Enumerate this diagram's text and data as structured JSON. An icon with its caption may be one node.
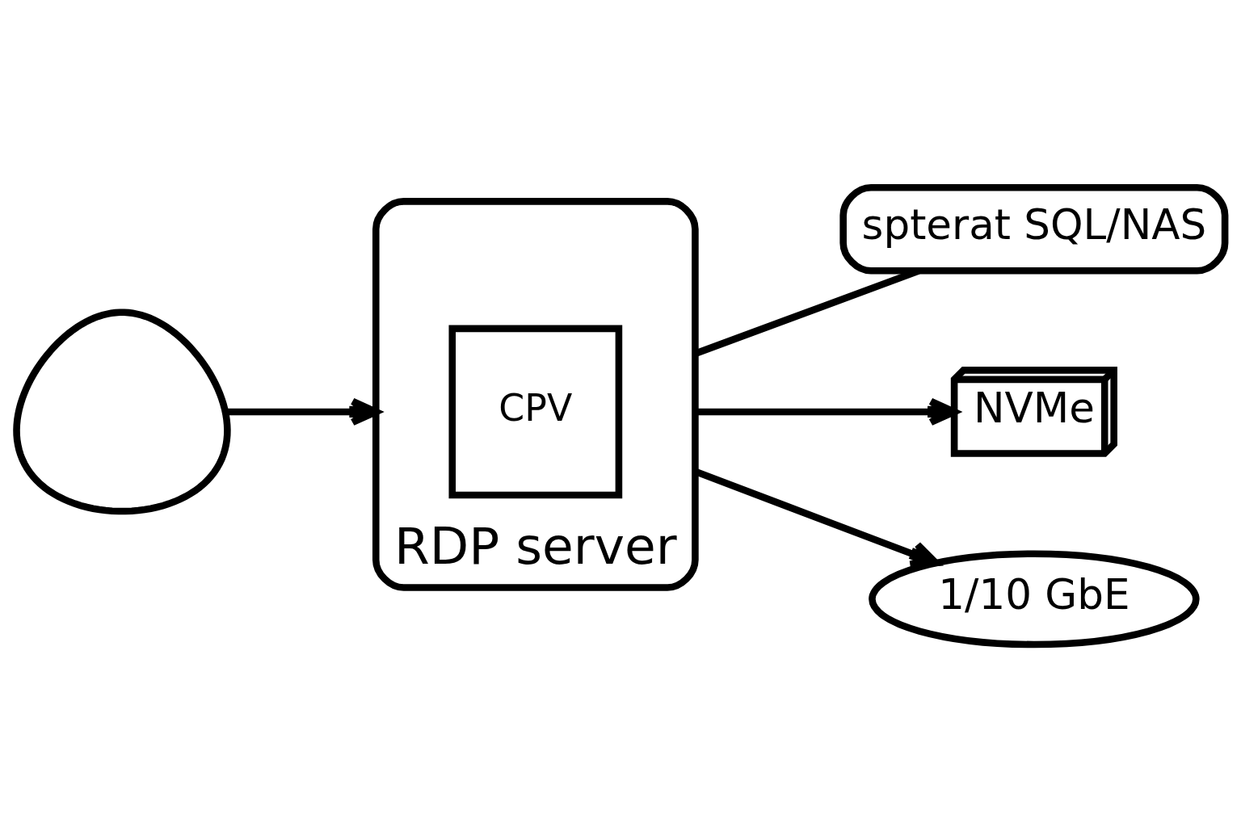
{
  "diagram": {
    "nodes": [
      {
        "text": [],
        "shape": "person"
      },
      {
        "text": [
          "RDP server"
        ]
      },
      {
        "text": [
          "CPV"
        ],
        "in": 1
      },
      {
        "text": [
          "spterat SQL/NAS"
        ]
      },
      {
        "text": [
          "NVMe"
        ]
      },
      {
        "text": [
          "1/10 GbE"
        ]
      }
    ],
    "edges": [
      {
        "from": 0,
        "to": 1,
        "arrow": "to"
      },
      {
        "from": 1,
        "to": 3,
        "arrow": "none"
      },
      {
        "from": 1,
        "to": 4,
        "arrow": "to"
      },
      {
        "from": 1,
        "to": 5,
        "arrow": "to"
      }
    ]
  }
}
